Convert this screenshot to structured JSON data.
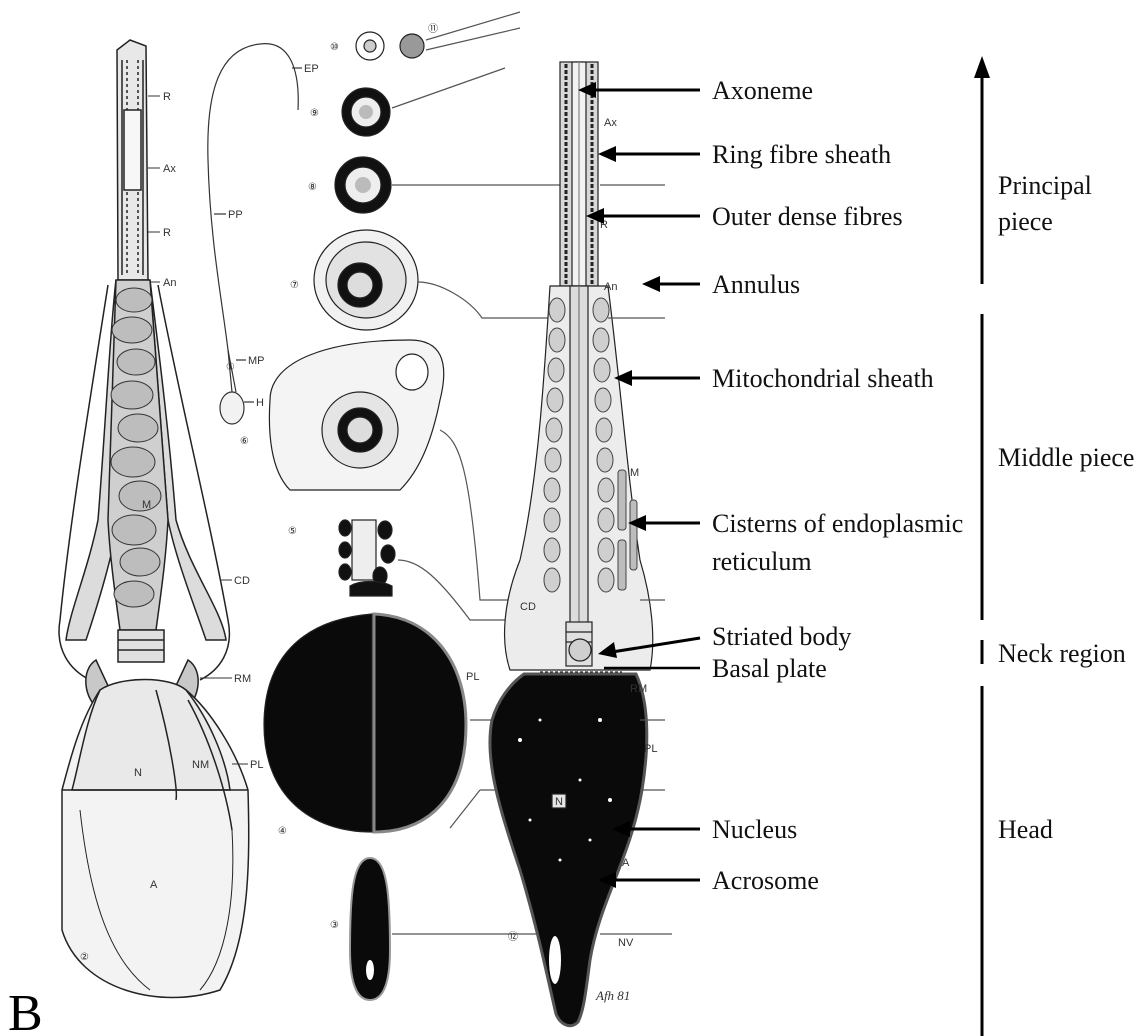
{
  "panel_letter": "B",
  "labels": {
    "axoneme": "Axoneme",
    "ring_fibre_sheath": "Ring fibre sheath",
    "outer_dense_fibres": "Outer dense fibres",
    "annulus": "Annulus",
    "mitochondrial_sheath": "Mitochondrial sheath",
    "cisterns_line1": "Cisterns of endoplasmic",
    "cisterns_line2": "reticulum",
    "striated_body": "Striated body",
    "basal_plate": "Basal plate",
    "nucleus": "Nucleus",
    "acrosome": "Acrosome"
  },
  "regions": {
    "principal_line1": "Principal",
    "principal_line2": "piece",
    "middle_piece": "Middle piece",
    "neck_region": "Neck region",
    "head": "Head"
  },
  "small_labels": {
    "R1": "R",
    "Ax1": "Ax",
    "R2": "R",
    "An1": "An",
    "M1": "M",
    "CD1": "CD",
    "RM1": "RM",
    "N1": "N",
    "NM": "NM",
    "PL1": "PL",
    "A1": "A",
    "EP": "EP",
    "PP": "PP",
    "MP": "MP",
    "H": "H",
    "Ax2": "Ax",
    "R3": "R",
    "An2": "An",
    "M2": "M",
    "CD2": "CD",
    "RM2": "RM",
    "PL2": "PL",
    "PL3": "PL",
    "N2": "N",
    "A2": "A",
    "NV": "NV"
  },
  "section_numbers": {
    "n1": "①",
    "n2": "②",
    "n3": "③",
    "n4": "④",
    "n5": "⑤",
    "n6": "⑥",
    "n7": "⑦",
    "n8": "⑧",
    "n9": "⑨",
    "n10": "⑩",
    "n11": "⑪",
    "n12": "⑫"
  },
  "signature": "Afh 81"
}
